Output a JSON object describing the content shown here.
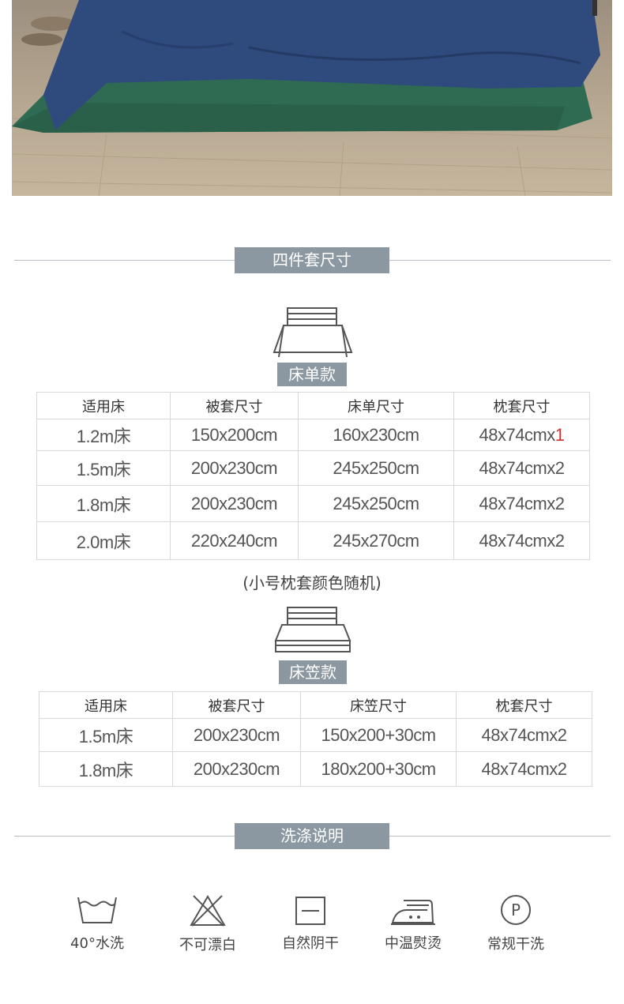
{
  "section1": {
    "title": "四件套尺寸"
  },
  "flat_sheet": {
    "label": "床单款",
    "headers": [
      "适用床",
      "被套尺寸",
      "床单尺寸",
      "枕套尺寸"
    ],
    "rows": [
      [
        "1.2m床",
        "150x200cm",
        "160x230cm",
        "48x74cmx",
        "1"
      ],
      [
        "1.5m床",
        "200x230cm",
        "245x250cm",
        "48x74cmx2",
        ""
      ],
      [
        "1.8m床",
        "200x230cm",
        "245x250cm",
        "48x74cmx2",
        ""
      ],
      [
        "2.0m床",
        "220x240cm",
        "245x270cm",
        "48x74cmx2",
        ""
      ]
    ],
    "note": "(小号枕套颜色随机)"
  },
  "fitted_sheet": {
    "label": "床笠款",
    "headers": [
      "适用床",
      "被套尺寸",
      "床笠尺寸",
      "枕套尺寸"
    ],
    "rows": [
      [
        "1.5m床",
        "200x230cm",
        "150x200+30cm",
        "48x74cmx2"
      ],
      [
        "1.8m床",
        "200x230cm",
        "180x200+30cm",
        "48x74cmx2"
      ]
    ]
  },
  "section2": {
    "title": "洗涤说明"
  },
  "care": [
    {
      "icon": "wash-40-icon",
      "label": "40°水洗"
    },
    {
      "icon": "no-bleach-icon",
      "label": "不可漂白"
    },
    {
      "icon": "line-dry-icon",
      "label": "自然阴干"
    },
    {
      "icon": "iron-medium-icon",
      "label": "中温熨烫"
    },
    {
      "icon": "dry-clean-icon",
      "label": "常规干洗"
    }
  ],
  "colors": {
    "accent": "#8b98a2",
    "duvet": "#2f4a7c",
    "sheet": "#2e6b52"
  }
}
